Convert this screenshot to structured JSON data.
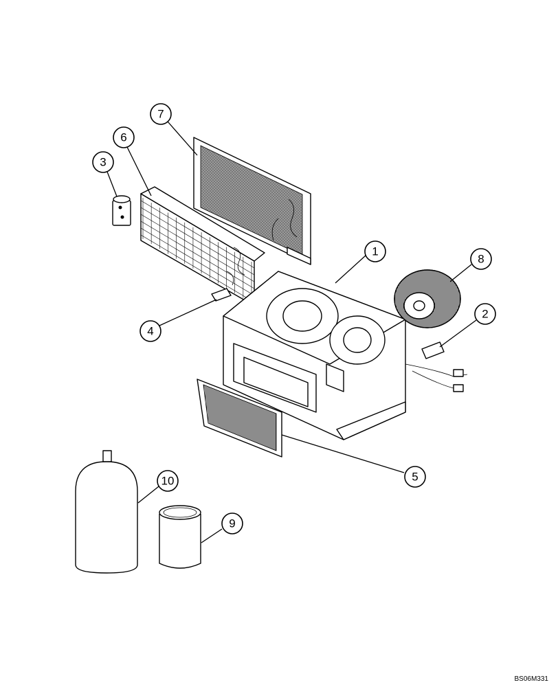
{
  "callouts": [
    {
      "id": "1",
      "label": "1"
    },
    {
      "id": "2",
      "label": "2"
    },
    {
      "id": "3",
      "label": "3"
    },
    {
      "id": "4",
      "label": "4"
    },
    {
      "id": "5",
      "label": "5"
    },
    {
      "id": "6",
      "label": "6"
    },
    {
      "id": "7",
      "label": "7"
    },
    {
      "id": "8",
      "label": "8"
    },
    {
      "id": "9",
      "label": "9"
    },
    {
      "id": "10",
      "label": "10"
    }
  ],
  "drawing_code": "BS06M331"
}
